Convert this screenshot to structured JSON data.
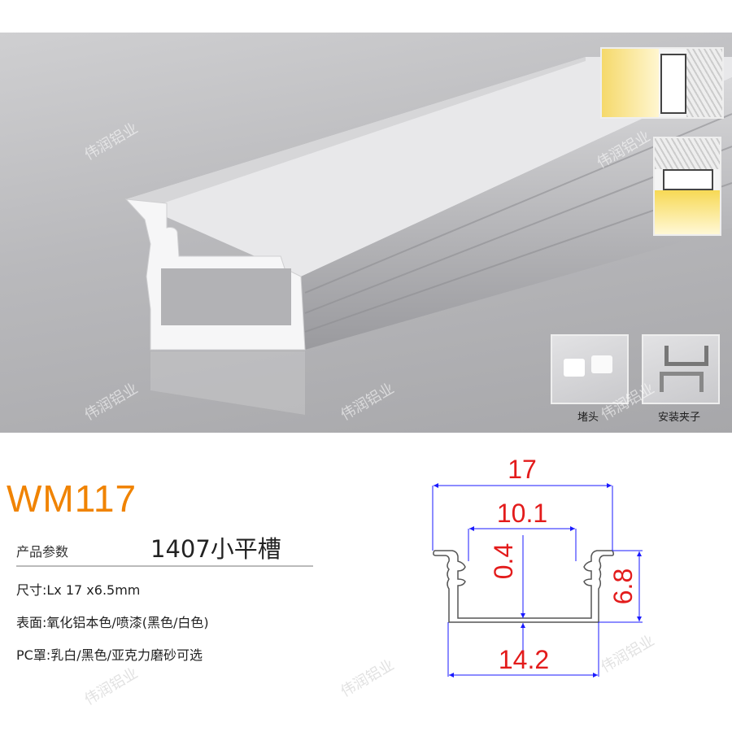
{
  "watermark": "伟润铝业",
  "accessories": [
    {
      "label": "堵头",
      "icon": "end-cap-icon"
    },
    {
      "label": "安装夹子",
      "icon": "mounting-clip-icon"
    }
  ],
  "product": {
    "model": "WM117",
    "param_label": "产品参数",
    "name": "1407小平槽",
    "specs": [
      "尺寸:Lx  17  x6.5mm",
      "表面:氧化铝本色/喷漆(黑色/白色)",
      "PC罩:乳白/黑色/亚克力磨砂可选"
    ]
  },
  "dimensions": {
    "top_width": "17",
    "inner_width": "10.1",
    "wall": "0.4",
    "height": "6.8",
    "bottom_width": "14.2"
  },
  "colors": {
    "accent": "#f08300",
    "dimension_text": "#e31b1b",
    "dimension_line": "#1a1aff"
  }
}
